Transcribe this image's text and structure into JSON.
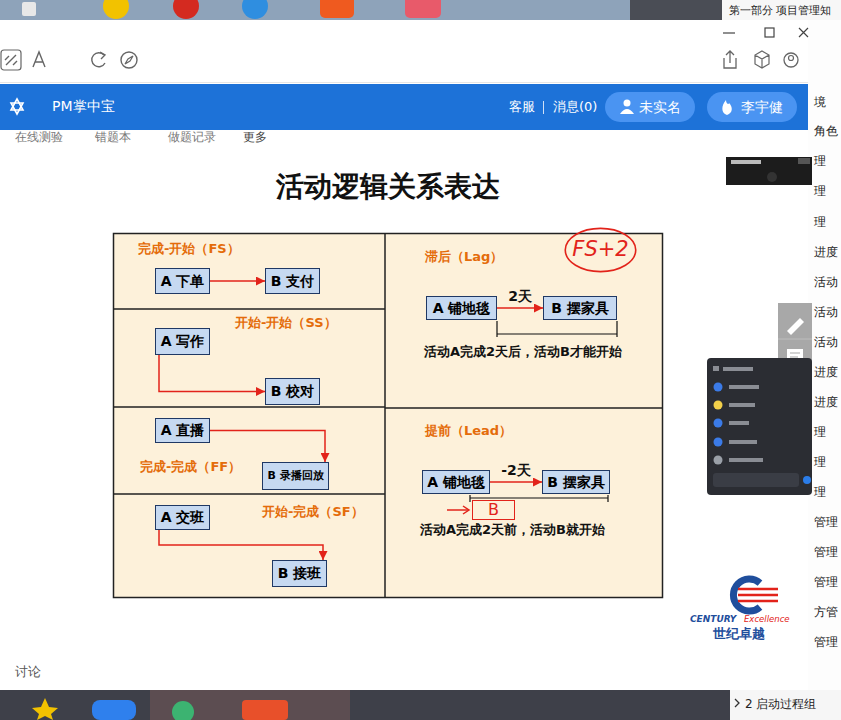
{
  "diagram": {
    "title": "活动逻辑关系表达",
    "nodes": [
      {
        "text": [
          "PM掌中宝",
          "客服",
          "消息(0)"
        ]
      },
      {
        "text": [
          "未实名"
        ],
        "in": 0
      },
      {
        "text": [
          "李宇健"
        ],
        "in": 0
      },
      {
        "text": [
          "完成-开始（FS）"
        ]
      },
      {
        "text": [
          "A 下单"
        ],
        "in": 3
      },
      {
        "text": [
          "B 支付"
        ],
        "in": 3
      },
      {
        "text": [
          "开始-开始（SS）"
        ]
      },
      {
        "text": [
          "A 写作"
        ],
        "in": 6
      },
      {
        "text": [
          "B 校对"
        ],
        "in": 6
      },
      {
        "text": [
          "完成-完成（FF）"
        ]
      },
      {
        "text": [
          "A 直播"
        ],
        "in": 9
      },
      {
        "text": [
          "B 录播回放"
        ],
        "in": 9
      },
      {
        "text": [
          "开始-完成（SF）"
        ]
      },
      {
        "text": [
          "A 交班"
        ],
        "in": 12
      },
      {
        "text": [
          "B 接班"
        ],
        "in": 12
      },
      {
        "text": [
          "滞后（Lag）",
          "活动A完成2天后，活动B才能开始"
        ]
      },
      {
        "text": [
          "A 铺地毯"
        ],
        "in": 15
      },
      {
        "text": [
          "B 摆家具"
        ],
        "in": 15
      },
      {
        "text": [
          "FS+2"
        ]
      },
      {
        "text": [
          "提前（Lead）",
          "活动A完成2天前，活动B就开始"
        ]
      },
      {
        "text": [
          "A 铺地毯"
        ],
        "in": 19
      },
      {
        "text": [
          "B 摆家具"
        ],
        "in": 19
      },
      {
        "text": [
          "B"
        ],
        "in": 19
      }
    ],
    "edges": [
      {
        "from": 4,
        "to": 5,
        "arrow": "to"
      },
      {
        "from": 7,
        "to": 8,
        "arrow": "to"
      },
      {
        "from": 10,
        "to": 11,
        "arrow": "to"
      },
      {
        "from": 13,
        "to": 14,
        "arrow": "to"
      },
      {
        "from": 16,
        "to": 17,
        "label": "2天",
        "arrow": "to"
      },
      {
        "from": 20,
        "to": 21,
        "label": "-2天",
        "arrow": "to"
      }
    ],
    "labels": [
      "第一部分 项目管理知",
      "在线测验",
      "错题本",
      "做题记录",
      "更多",
      "境",
      "角色",
      "理",
      "理",
      "理",
      "进度",
      "活动",
      "活动",
      "活动",
      "进度",
      "进度",
      "理",
      "理",
      "理",
      "管理",
      "管理",
      "管理",
      "方管",
      "管理",
      "CENTURY",
      "Excellence",
      "世纪卓越",
      "讨论",
      "2 启动过程组"
    ]
  }
}
